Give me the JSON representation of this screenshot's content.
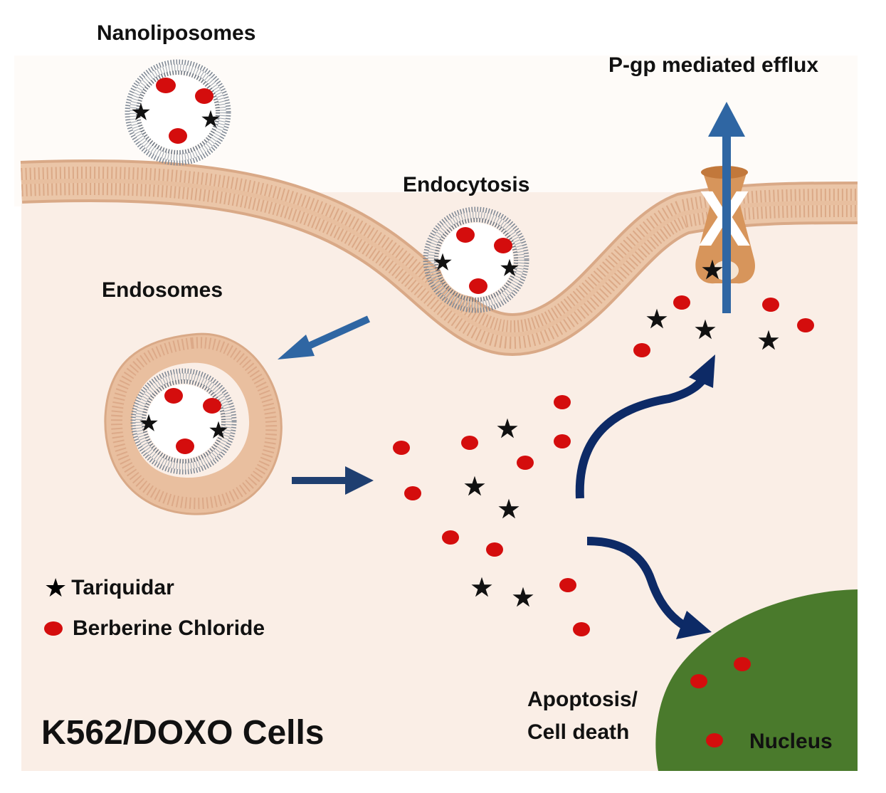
{
  "labels": {
    "nanoliposomes": "Nanoliposomes",
    "pgp_efflux": "P-gp mediated efflux",
    "endocytosis": "Endocytosis",
    "endosomes": "Endosomes",
    "apoptosis_line1": "Apoptosis/",
    "apoptosis_line2": "Cell death",
    "nucleus": "Nucleus",
    "cell_line": "K562/DOXO Cells"
  },
  "legend": {
    "star_symbol": "★",
    "tariquidar": "Tariquidar",
    "berberine": "Berberine Chloride"
  },
  "blocked_symbol": "X",
  "colors": {
    "cytoplasm": "#faeee6",
    "membrane": "#e8bf9f",
    "membrane_line": "#d9a987",
    "berberine": "#d40d0d",
    "tariquidar": "#111111",
    "arrow_light": "#2f66a3",
    "arrow_dark": "#0d2a66",
    "nucleus": "#4a7a2c",
    "pgp": "#d7955b"
  },
  "icons": {
    "tariquidar": "star-icon",
    "berberine": "red-dot-icon",
    "pgp_transporter": "pgp-transporter-icon",
    "blocked": "x-mark-icon"
  }
}
